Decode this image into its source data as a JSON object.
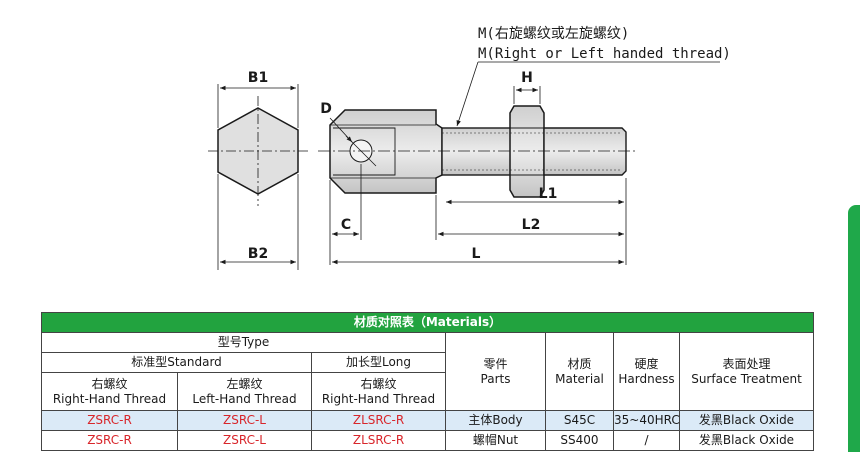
{
  "drawing": {
    "dims": {
      "B1": "B1",
      "B2": "B2",
      "D": "D",
      "C": "C",
      "H": "H",
      "L1": "L1",
      "L2": "L2",
      "L": "L"
    },
    "thread_note_cn": "M(右旋螺纹或左旋螺纹)",
    "thread_note_en": "M(Right or Left handed thread)"
  },
  "table": {
    "title": "材质对照表（Materials）",
    "model_header": "型号Type",
    "standard_header": "标准型Standard",
    "long_header": "加长型Long",
    "right_cn": "右螺纹",
    "right_en": "Right-Hand Thread",
    "left_cn": "左螺纹",
    "left_en": "Left-Hand Thread",
    "long_right_cn": "右螺纹",
    "long_right_en": "Right-Hand Thread",
    "parts_cn": "零件",
    "parts_en": "Parts",
    "material_cn": "材质",
    "material_en": "Material",
    "hardness_cn": "硬度",
    "hardness_en": "Hardness",
    "surface_cn": "表面处理",
    "surface_en": "Surface Treatment",
    "rows": [
      {
        "right": "ZSRC-R",
        "left": "ZSRC-L",
        "long": "ZLSRC-R",
        "part": "主体Body",
        "material": "S45C",
        "hardness": "35~40HRC",
        "surface": "发黑Black Oxide"
      },
      {
        "right": "ZSRC-R",
        "left": "ZSRC-L",
        "long": "ZLSRC-R",
        "part": "螺帽Nut",
        "material": "SS400",
        "hardness": "/",
        "surface": "发黑Black Oxide"
      }
    ]
  },
  "colors": {
    "accent_green": "#22a33f",
    "code_red": "#d8262b",
    "row_blue": "#dbeaf7",
    "part_gray": "#e0e0e0"
  }
}
